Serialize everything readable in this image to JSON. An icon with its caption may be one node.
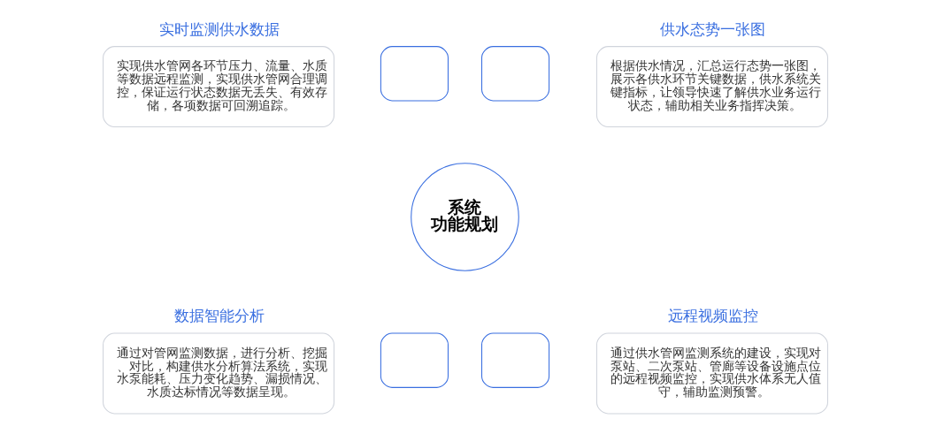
{
  "diagram": {
    "nodes": [
      {
        "text": [
          "实时监测供水数据",
          "实现供水管网各环节压力、流量、水质等数据远程监测，实现供水管网合理调控，保证运行状态数据无丢失、有效存储，各项数据可回溯追踪。"
        ]
      },
      {
        "text": [
          "供水态势一张图",
          "根据供水情况，汇总运行态势一张图，展示各供水环节关键数据，供水系统关键指标，让领导快速了解供水业务运行状态，辅助相关业务指挥决策。"
        ]
      },
      {
        "text": [
          "系统功能规划"
        ]
      },
      {
        "text": [],
        "shape": "box"
      },
      {
        "text": [],
        "shape": "box"
      },
      {
        "text": [],
        "shape": "box"
      },
      {
        "text": [],
        "shape": "box"
      },
      {
        "text": [
          "数据智能分析",
          "通过对管网监测数据，进行分析、挖掘、对比，构建供水分析算法系统，实现水泵能耗、压力变化趋势、漏损情况、水质达标情况等数据呈现。"
        ]
      },
      {
        "text": [
          "远程视频监控",
          "通过供水管网监测系统的建设，实现对泵站、二次泵站、管廊等设备设施点位的远程视频监控，实现供水体系无人值守，辅助监测预警。"
        ]
      }
    ]
  }
}
